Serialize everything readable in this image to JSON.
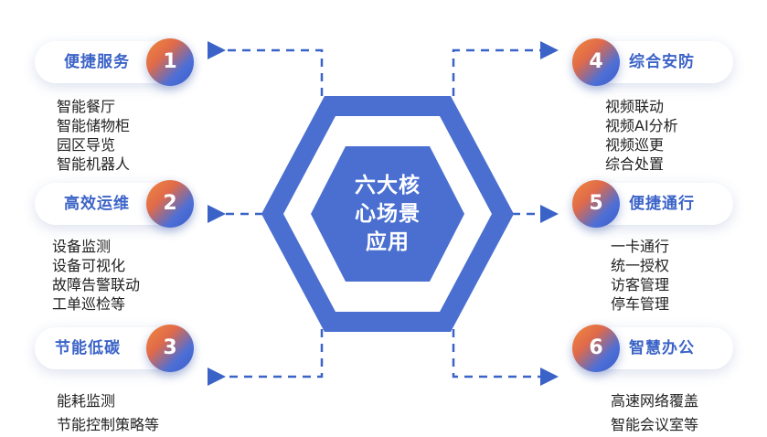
{
  "center_title_lines": [
    "六大核",
    "心场景",
    "应用"
  ],
  "scenes": [
    {
      "num": "1",
      "title": "便捷服务",
      "items": [
        "智能餐厅",
        "智能储物柜",
        "园区导览",
        "智能机器人"
      ]
    },
    {
      "num": "2",
      "title": "高效运维",
      "items": [
        "设备监测",
        "设备可视化",
        "故障告警联动",
        "工单巡检等"
      ]
    },
    {
      "num": "3",
      "title": "节能低碳",
      "items": [
        "能耗监测",
        "节能控制策略等"
      ]
    },
    {
      "num": "4",
      "title": "综合安防",
      "items": [
        "视频联动",
        "视频AI分析",
        "视频巡更",
        "综合处置"
      ]
    },
    {
      "num": "5",
      "title": "便捷通行",
      "items": [
        "一卡通行",
        "统一授权",
        "访客管理",
        "停车管理"
      ]
    },
    {
      "num": "6",
      "title": "智慧办公",
      "items": [
        "高速网络覆盖",
        "智能会议室等"
      ]
    }
  ],
  "colors": {
    "accent": "#3b63c7",
    "hex_blue": "#4a6fd0",
    "orange": "#f08a3c"
  }
}
